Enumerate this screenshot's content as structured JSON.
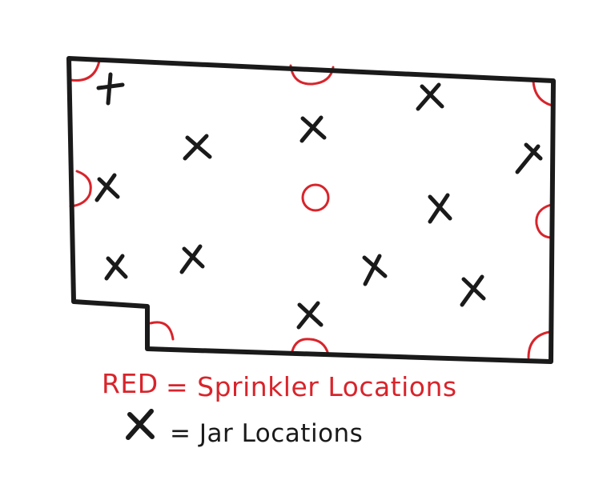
{
  "colors": {
    "outline": "#1a1a1a",
    "sprinkler": "#d8242b",
    "jar": "#1a1a1a"
  },
  "legend": {
    "sprinkler_key": "RED",
    "sprinkler_text": "= Sprinkler Locations",
    "jar_text": "= Jar Locations"
  }
}
